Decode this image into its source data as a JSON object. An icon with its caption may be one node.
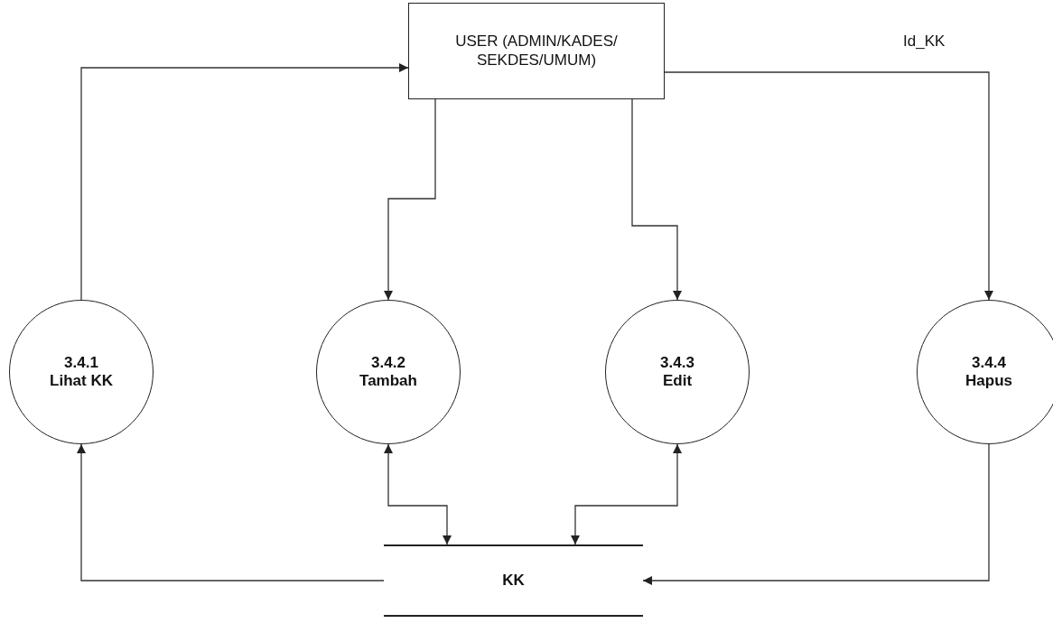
{
  "diagram": {
    "nodes": [
      {
        "text": [
          "USER (ADMIN/KADES/ SEKDES/UMUM)"
        ]
      },
      {
        "text": [
          "3.4.1",
          "Lihat KK"
        ]
      },
      {
        "text": [
          "3.4.2",
          "Tambah"
        ]
      },
      {
        "text": [
          "3.4.3",
          "Edit"
        ]
      },
      {
        "text": [
          "3.4.4",
          "Hapus"
        ]
      },
      {
        "text": [
          "KK"
        ]
      }
    ],
    "edges": [
      {
        "from": 1,
        "to": 0,
        "arrow": "to"
      },
      {
        "from": 0,
        "to": 2,
        "arrow": "to"
      },
      {
        "from": 0,
        "to": 3,
        "arrow": "to"
      },
      {
        "from": 0,
        "to": 4,
        "arrow": "to"
      },
      {
        "from": 5,
        "to": 1,
        "arrow": "to"
      },
      {
        "from": 2,
        "to": 5,
        "arrow": "both"
      },
      {
        "from": 3,
        "to": 5,
        "arrow": "both"
      },
      {
        "from": 4,
        "to": 5,
        "arrow": "to"
      }
    ],
    "labels": [
      "Id_KK"
    ]
  }
}
